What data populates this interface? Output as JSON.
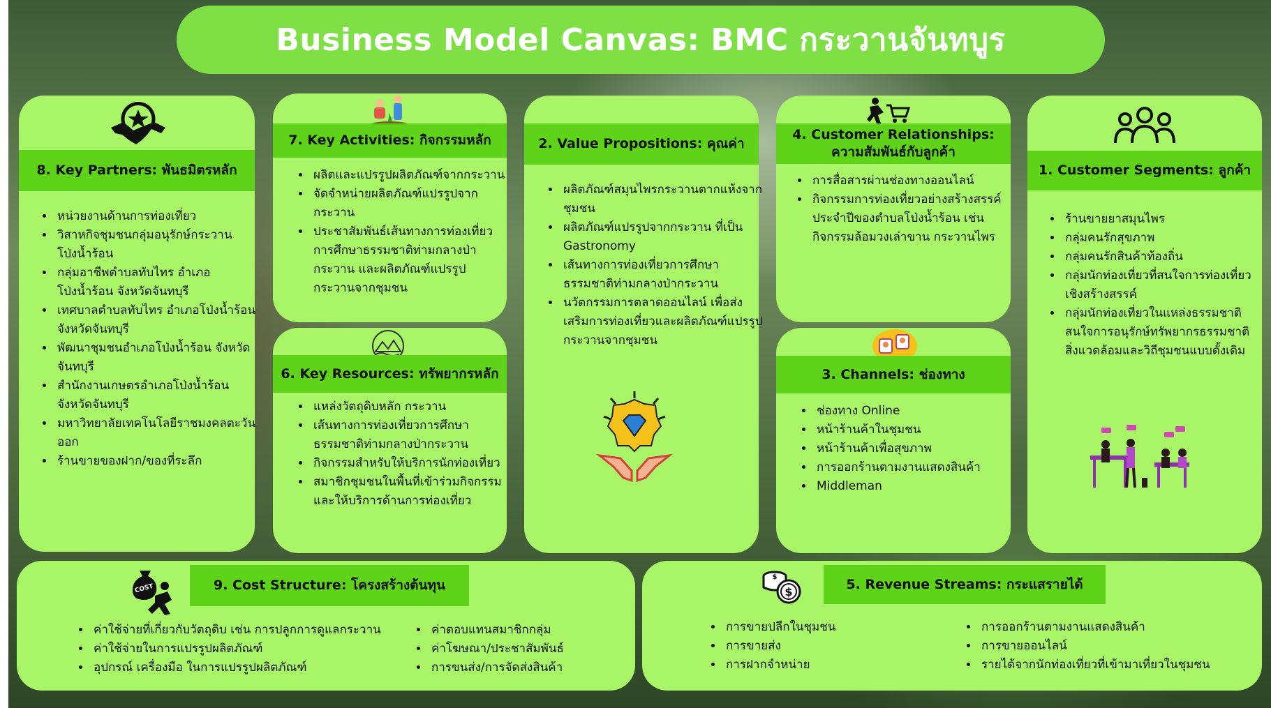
{
  "title": "Business Model Canvas: BMC กระวานจันทบูร",
  "colors": {
    "card": "#a8f567",
    "band": "#5fd31a",
    "title_pill": "#7fe046",
    "title_text": "#ffffff"
  },
  "key_partners": {
    "heading": "8. Key Partners: พันธมิตรหลัก",
    "icon": "handshake-star-icon",
    "items": [
      "หน่วยงานด้านการท่องเที่ยว",
      "วิสาหกิจชุมชนกลุ่มอนุรักษ์กระวานโป่งน้ำร้อน",
      "กลุ่มอาชีพตำบลทับไทร อำเภอโป่งน้ำร้อน จังหวัดจันทบุรี",
      "เทศบาลตำบลทับไทร อำเภอโป่งน้ำร้อน จังหวัดจันทบุรี",
      "พัฒนาชุมชนอำเภอโป่งน้ำร้อน จังหวัดจันทบุรี",
      "สำนักงานเกษตรอำเภอโป่งน้ำร้อน จังหวัดจันทบุรี",
      "มหาวิทยาลัยเทคโนโลยีราชมงคลตะวันออก",
      "ร้านขายของฝาก/ของที่ระลึก"
    ]
  },
  "key_activities": {
    "heading": "7. Key Activities: กิจกรรมหลัก",
    "icon": "gardening-people-icon",
    "items": [
      "ผลิตและแปรรูปผลิตภัณฑ์จากกระวาน",
      "จัดจำหน่ายผลิตภัณฑ์แปรรูปจากกระวาน",
      "ประชาสัมพันธ์เส้นทางการท่องเที่ยวการศึกษาธรรมชาติท่ามกลางป่ากระวาน และผลิตภัณฑ์แปรรูปกระวานจากชุมชน"
    ]
  },
  "key_resources": {
    "heading": "6. Key Resources: ทรัพยากรหลัก",
    "icon": "landscape-circle-icon",
    "items": [
      "แหล่งวัตถุดิบหลัก กระวาน",
      "เส้นทางการท่องเที่ยวการศึกษาธรรมชาติท่ามกลางป่ากระวาน",
      "กิจกรรมสำหรับให้บริการนักท่องเที่ยว",
      "สมาชิกชุมชนในพื้นที่เข้าร่วมกิจกรรม และให้บริการด้านการท่องเที่ยว"
    ]
  },
  "value_propositions": {
    "heading": "2. Value Propositions: คุณค่า",
    "icon": "hands-diamond-icon",
    "items": [
      "ผลิตภัณฑ์สมุนไพรกระวานตากแห้งจากชุมชน",
      "ผลิตภัณฑ์แปรรูปจากกระวาน ที่เป็น Gastronomy",
      "เส้นทางการท่องเที่ยวการศึกษาธรรมชาติท่ามกลางป่ากระวาน",
      "นวัตกรรมการตลาดออนไลน์ เพื่อส่งเสริมการท่องเที่ยวและผลิตภัณฑ์แปรรูปกระวานจากชุมชน"
    ]
  },
  "customer_relationships": {
    "heading": "4. Customer Relationships: ความสัมพันธ์กับลูกค้า",
    "icon": "shopping-cart-runner-icon",
    "items": [
      "การสื่อสารผ่านช่องทางออนไลน์",
      "กิจกรรมการท่องเที่ยวอย่างสร้างสรรค์ประจำปีของตำบลโป่งน้ำร้อน เช่น กิจกรรมล้อมวงเล่าขาน กระวานไพร"
    ]
  },
  "channels": {
    "heading": "3. Channels: ช่องทาง",
    "icon": "photo-chat-bubbles-icon",
    "items": [
      "ช่องทาง Online",
      "หน้าร้านค้าในชุมชน",
      "หน้าร้านค้าเพื่อสุขภาพ",
      "การออกร้านตามงานแสดงสินค้า",
      "Middleman"
    ]
  },
  "customer_segments": {
    "heading": "1. Customer Segments: ลูกค้า",
    "icon": "people-group-icon",
    "illustration": "people-meeting-illustration",
    "items": [
      "ร้านขายยาสมุนไพร",
      "กลุ่มคนรักสุขภาพ",
      "กลุ่มคนรักสินค้าท้องถิ่น",
      "กลุ่มนักท่องเที่ยวที่สนใจการท่องเที่ยวเชิงสร้างสรรค์",
      "กลุ่มนักท่องเที่ยวในแหล่งธรรมชาติ สนใจการอนุรักษ์ทรัพยากรธรรมชาติ สิ่งแวดล้อมและวิถีชุมชนแบบดั้งเดิม"
    ]
  },
  "cost_structure": {
    "heading": "9. Cost Structure: โครงสร้างต้นทุน",
    "icon": "cost-bag-runner-icon",
    "icon_label": "COST",
    "items_left": [
      "ค่าใช้จ่ายที่เกี่ยวกับวัตถุดิบ เช่น การปลูกการดูแลกระวาน",
      "ค่าใช้จ่ายในการแปรรูปผลิตภัณฑ์",
      "อุปกรณ์ เครื่องมือ ในการแปรรูปผลิตภัณฑ์"
    ],
    "items_right": [
      "ค่าตอบแทนสมาชิกกลุ่ม",
      "ค่าโฆษณา/ประชาสัมพันธ์",
      "การขนส่ง/การจัดส่งสินค้า"
    ]
  },
  "revenue_streams": {
    "heading": "5. Revenue Streams: กระแสรายได้",
    "icon": "coins-dollar-icon",
    "items_left": [
      "การขายปลีกในชุมชน",
      "การขายส่ง",
      "การฝากจำหน่าย"
    ],
    "items_right": [
      "การออกร้านตามงานแสดงสินค้า",
      "การขายออนไลน์",
      "รายได้จากนักท่องเที่ยวที่เข้ามาเที่ยวในชุมชน"
    ]
  }
}
